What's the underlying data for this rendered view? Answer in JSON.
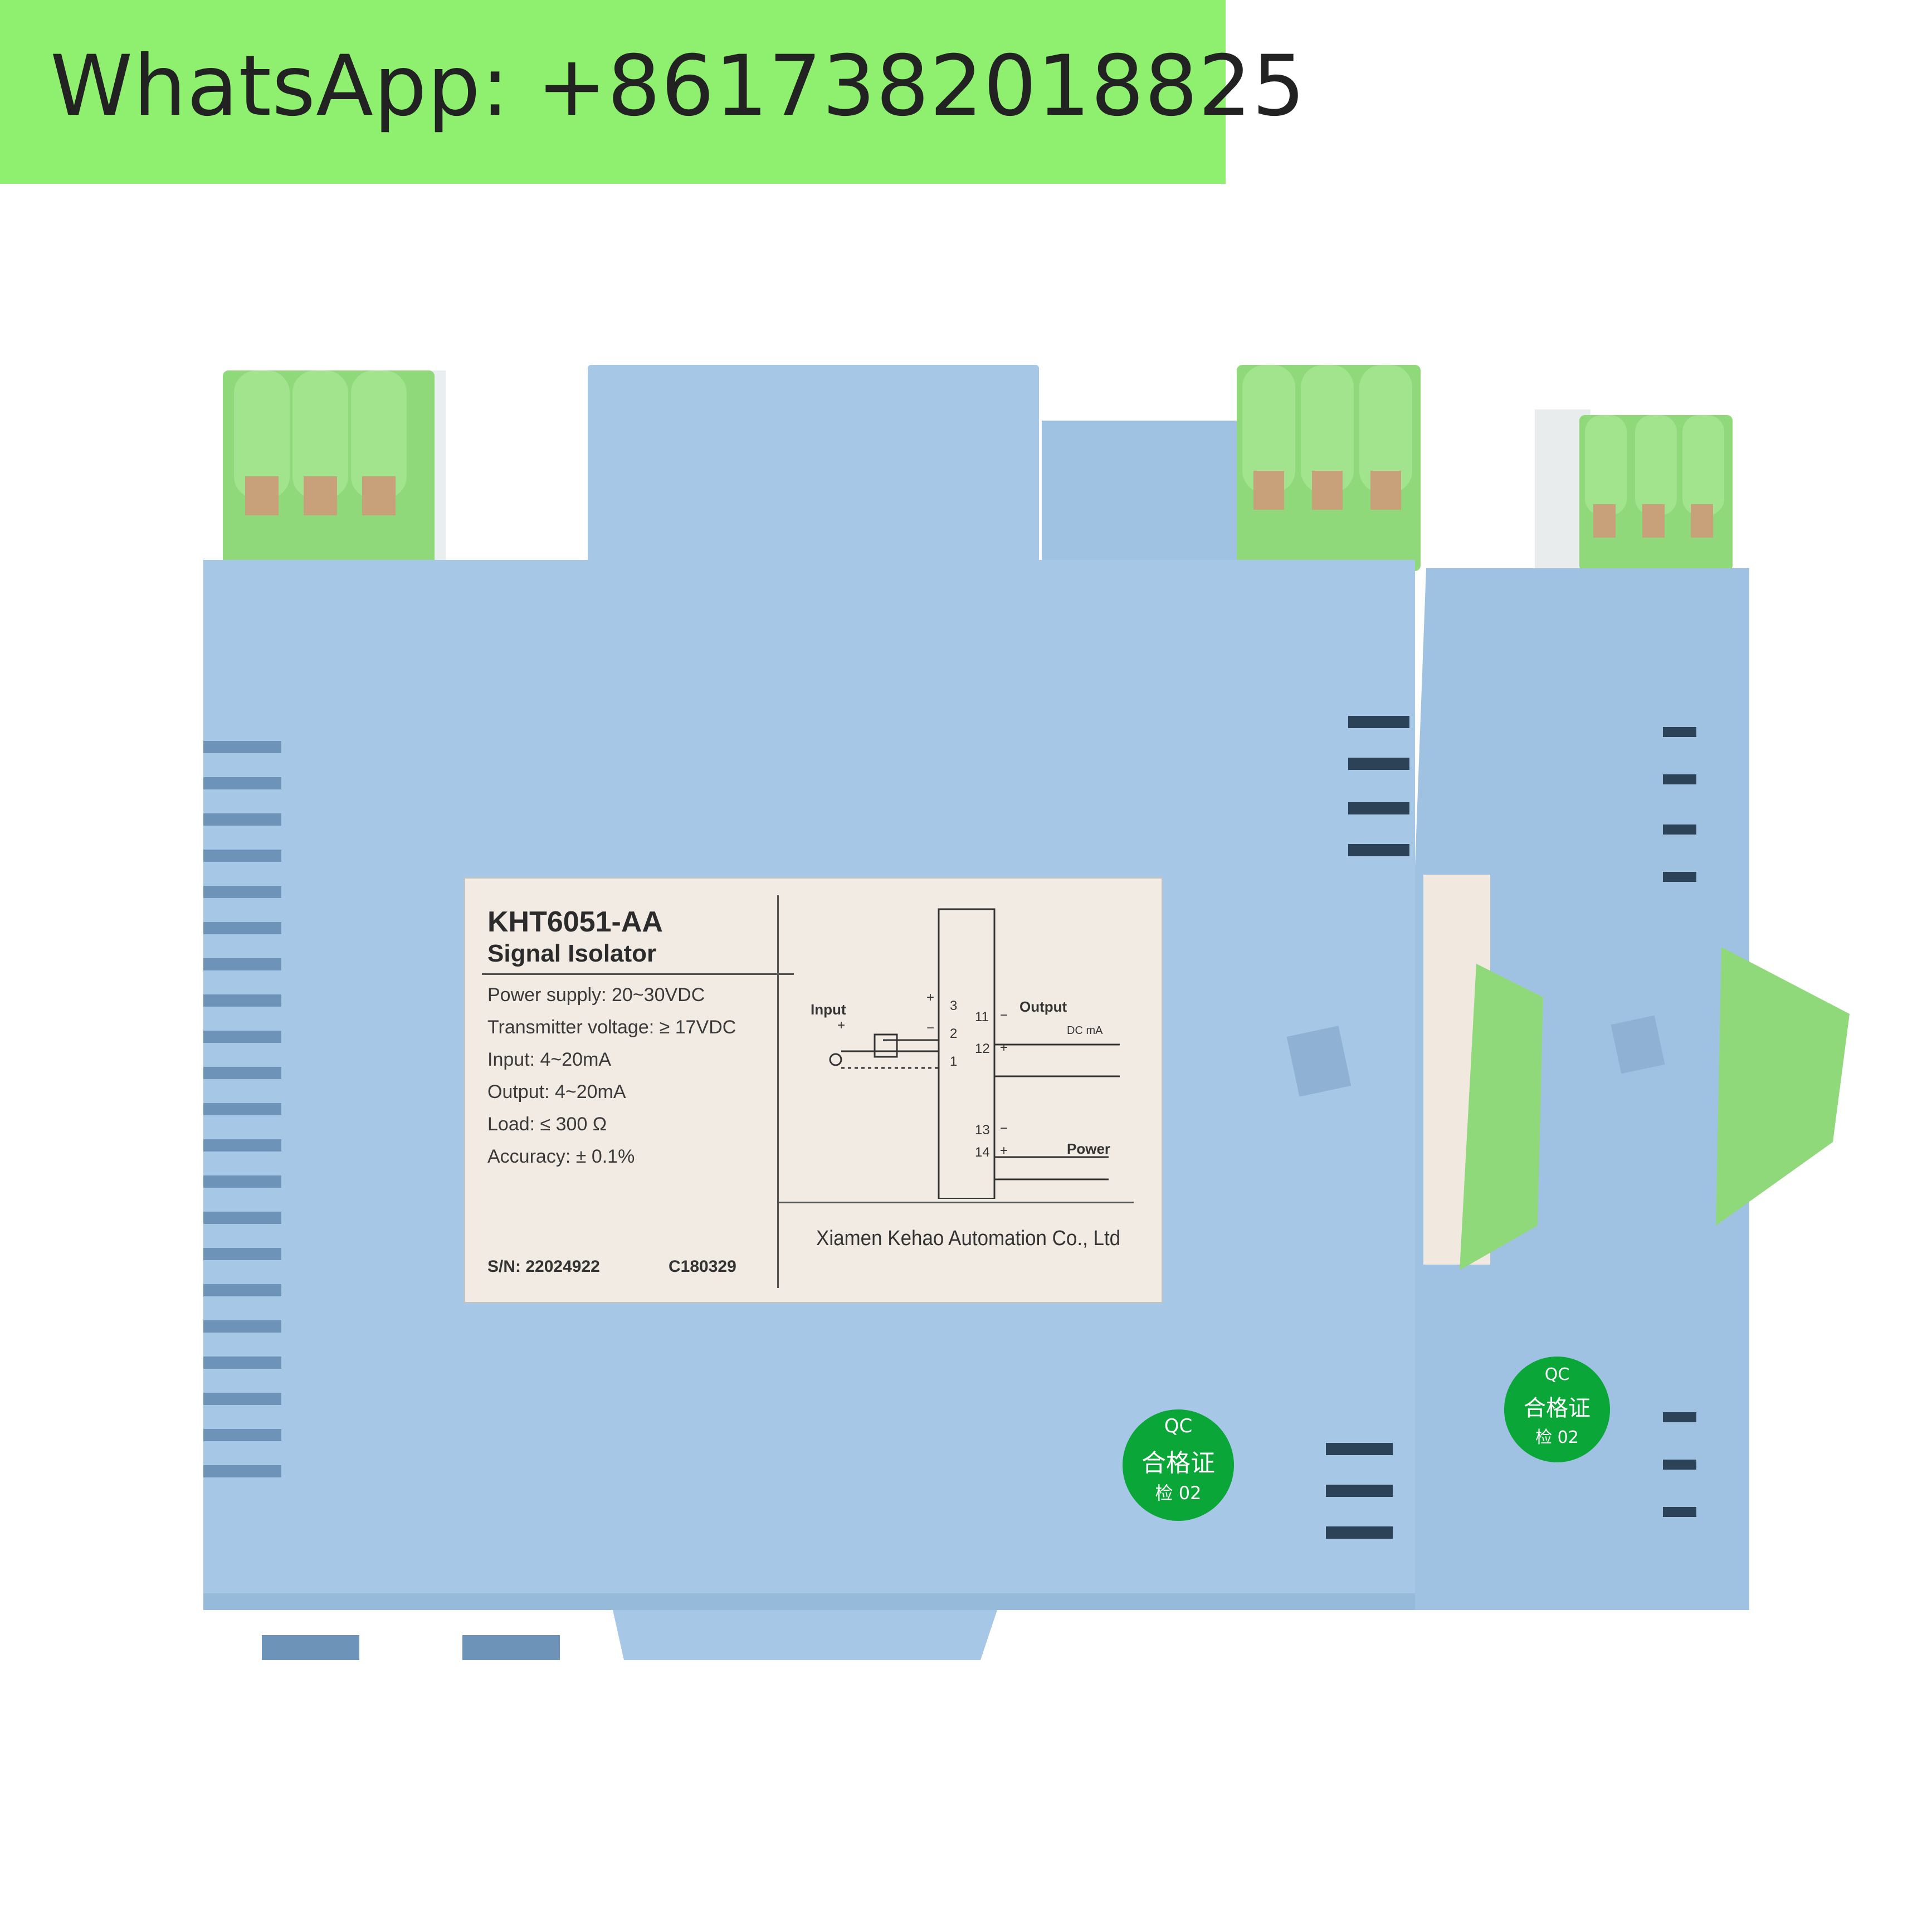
{
  "banner": {
    "text": "WhatsApp: +8617382018825",
    "color": "#8ff070"
  },
  "device": {
    "body_color": "#a6c8e6",
    "terminal_color": "#8fd97a",
    "label": {
      "model": "KHT6051-AA",
      "product": "Signal Isolator",
      "specs": [
        "Power supply: 20~30VDC",
        "Transmitter voltage: ≥ 17VDC",
        "Input: 4~20mA",
        "Output: 4~20mA",
        "Load: ≤ 300 Ω",
        "Accuracy: ± 0.1%"
      ],
      "serial": "S/N: 22024922",
      "code": "C180329",
      "company": "Xiamen Kehao Automation Co., Ltd",
      "diagram": {
        "input": "Input",
        "output": "Output",
        "dc_ma": "DC mA",
        "power": "Power",
        "terminals": [
          "3",
          "2",
          "1",
          "11",
          "12",
          "13",
          "14"
        ],
        "signs": [
          "+",
          "+",
          "−",
          "−",
          "+",
          "−",
          "+"
        ]
      }
    },
    "qc_sticker": {
      "line1": "QC",
      "line2": "合格证",
      "line3": "检 02",
      "color": "#0aa637"
    }
  }
}
